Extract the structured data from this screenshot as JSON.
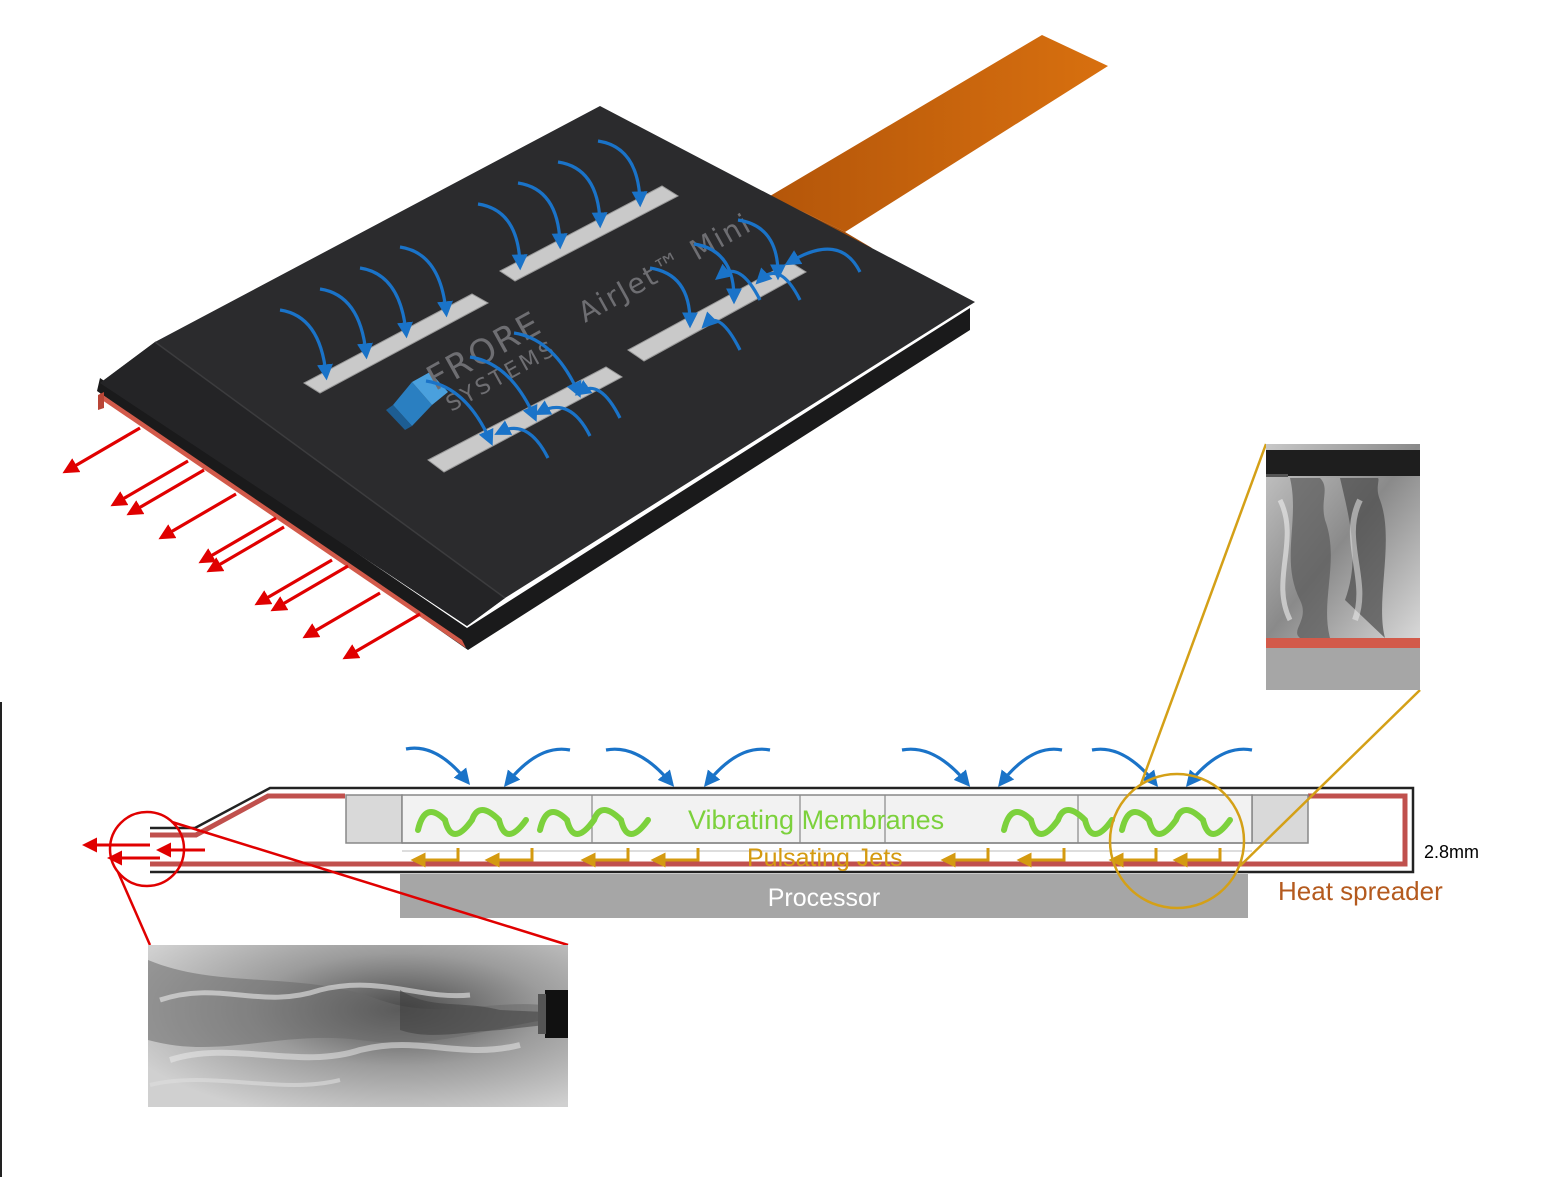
{
  "device": {
    "logo_word": "FRORE",
    "logo_sub": "SYSTEMS",
    "product_name": "AirJet™ Mini"
  },
  "cross_section": {
    "membranes_label": "Vibrating Membranes",
    "jets_label": "Pulsating Jets",
    "processor_label": "Processor",
    "heat_spreader_label": "Heat spreader",
    "thickness_label": "2.8mm"
  },
  "colors": {
    "device_body": "#2b2b2d",
    "device_edge": "#1a1a1b",
    "flex_cable": "#c8620a",
    "intake_arrows": "#1a73c8",
    "exhaust_arrows": "#e00000",
    "membranes": "#7cd13c",
    "jets": "#d49a10",
    "heat_spreader": "#c0504d",
    "heat_spreader_text": "#b45a1e",
    "processor": "#a6a6a6",
    "callout_gold": "#d4a017",
    "callout_red": "#e00000"
  },
  "icons": {
    "logo": "frore-diamond-logo-icon",
    "intake": "curved-arrow-icon",
    "exhaust": "straight-arrow-icon",
    "membrane": "sine-wave-icon",
    "jet": "hook-arrow-icon"
  }
}
